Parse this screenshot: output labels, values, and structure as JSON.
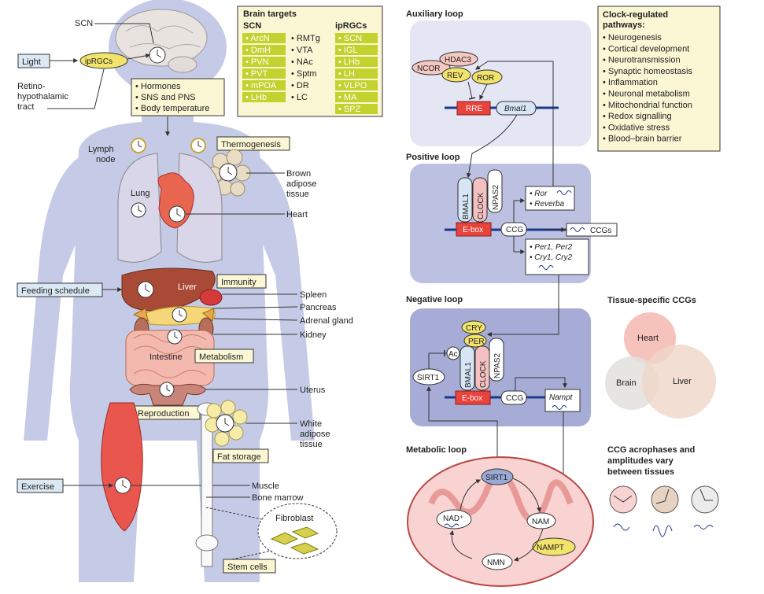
{
  "left": {
    "scn": "SCN",
    "light": "Light",
    "iprgcs": "ipRGCs",
    "retino": [
      "Retino-",
      "hypothalamic",
      "tract"
    ],
    "outputs": [
      "• Hormones",
      "• SNS and PNS",
      "• Body temperature"
    ],
    "lymph_node": [
      "Lymph",
      "node"
    ],
    "thermogenesis": "Thermogenesis",
    "brown_adipose": [
      "Brown",
      "adipose",
      "tissue"
    ],
    "lung": "Lung",
    "heart": "Heart",
    "feeding_schedule": "Feeding schedule",
    "liver": "Liver",
    "immunity": "Immunity",
    "spleen": "Spleen",
    "pancreas": "Pancreas",
    "adrenal": "Adrenal gland",
    "kidney": "Kidney",
    "intestine": "Intestine",
    "metabolism": "Metabolism",
    "uterus": "Uterus",
    "reproduction": "Reproduction",
    "white_adipose": [
      "White",
      "adipose",
      "tissue"
    ],
    "fat_storage": "Fat storage",
    "exercise": "Exercise",
    "muscle": "Muscle",
    "bone_marrow": "Bone marrow",
    "fibroblast": "Fibroblast",
    "stem_cells": "Stem cells"
  },
  "brain_targets": {
    "title": "Brain targets",
    "scn_header": "SCN",
    "iprgc_header": "ipRGCs",
    "scn_col1": [
      "ArcN",
      "DmH",
      "PVN",
      "PVT",
      "mPOA",
      "LHb"
    ],
    "scn_col2": [
      "RMTg",
      "VTA",
      "NAc",
      "Sptm",
      "DR",
      "LC"
    ],
    "iprgc_col": [
      "SCN",
      "IGL",
      "LHb",
      "LH",
      "VLPO",
      "MA",
      "SPZ"
    ],
    "highlight_color": "#c3d22e"
  },
  "loops": {
    "auxiliary": "Auxiliary loop",
    "positive": "Positive loop",
    "negative": "Negative loop",
    "metabolic": "Metabolic loop",
    "ncor": "NCOR",
    "hdac3": "HDAC3",
    "rev": "REV",
    "ror": "ROR",
    "rre": "RRE",
    "bmal1_gene": "Bmal1",
    "bmal1": "BMAL1",
    "clock": "CLOCK",
    "npas2": "NPAS2",
    "ebox": "E-box",
    "ccg": "CCG",
    "ccgs": "CCGs",
    "pos_targets": [
      "• Ror",
      "• Reverba"
    ],
    "neg_targets": [
      "• Per1, Per2",
      "• Cry1, Cry2"
    ],
    "cry": "CRY",
    "per": "PER",
    "ac": "Ac",
    "sirt1": "SIRT1",
    "nampt_gene": "Nampt",
    "nad": "NAD⁺",
    "nam": "NAM",
    "nampt": "NAMPT",
    "nmn": "NMN"
  },
  "pathways": {
    "title": [
      "Clock-regulated",
      "pathways:"
    ],
    "items": [
      "• Neurogenesis",
      "• Cortical development",
      "• Neurotransmission",
      "• Synaptic homeostasis",
      "• Inflammation",
      "• Neuronal metabolism",
      "• Mitochondrial function",
      "• Redox signalling",
      "• Oxidative stress",
      "• Blood–brain barrier"
    ]
  },
  "tissue": {
    "title": "Tissue-specific CCGs",
    "heart": "Heart",
    "brain": "Brain",
    "liver": "Liver",
    "caption": [
      "CCG acrophases and",
      "amplitudes vary",
      "between tissues"
    ]
  },
  "colors": {
    "body": "#c5cbe6",
    "loop_box_light": "#e4e6f4",
    "loop_box_dark": "#bcc1e2",
    "element_red": "#e8433c",
    "protein_yellow": "#f2e36a",
    "mito_pink": "#f4c0c0",
    "light_box": "#dbe9f4"
  }
}
